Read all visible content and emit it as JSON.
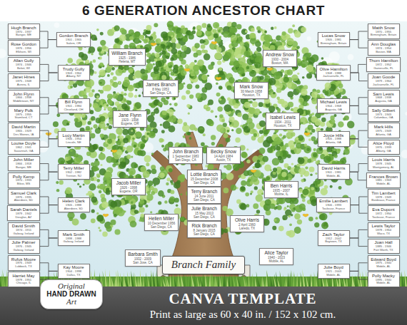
{
  "diagram": {
    "title": "6 GENERATION ANCESTOR CHART",
    "nodes": [
      {
        "text": [
          "Hugh Branch",
          "1870 - 1937",
          "Bangor, ME"
        ]
      },
      {
        "text": [
          "Rose Gordon",
          "1876 - 1956",
          "Elkhorn, WI"
        ]
      },
      {
        "text": [
          "Allan Gully",
          "1874 - 1946",
          "Beloit, WI"
        ]
      },
      {
        "text": [
          "Janet Hines",
          "1875 - 1948",
          "Aurora, IL"
        ]
      },
      {
        "text": [
          "John Flynn",
          "1866 - 1938",
          "Middletown, NY"
        ]
      },
      {
        "text": [
          "Mary Polk",
          "1875 - 1955",
          "Stamford, CT"
        ]
      },
      {
        "text": [
          "David Martin",
          "1865 - 1929",
          "Des Moines, IA"
        ]
      },
      {
        "text": [
          "Louise Doyle",
          "1862 - 1941",
          "Savannah, GA"
        ]
      },
      {
        "text": [
          "John Miller",
          "1866 - 1918",
          "Bangor, ME"
        ]
      },
      {
        "text": [
          "Polly Kemp",
          "1870 - 1933",
          "Biloxi, MS"
        ]
      },
      {
        "text": [
          "Samuel Clark",
          "1876 - 1935",
          "Aberdeen, SD"
        ]
      },
      {
        "text": [
          "Sarah Daniels",
          "1879 - 1942",
          "Douglas, AZ"
        ]
      },
      {
        "text": [
          "David Smith",
          "1874 - 1911",
          "Galway, Ireland"
        ]
      },
      {
        "text": [
          "Julie Palmer",
          "1876 - 1945",
          "Galway, Ireland"
        ]
      },
      {
        "text": [
          "Rufus Moore",
          "1876 - 1949",
          "Lubbock, TX"
        ]
      },
      {
        "text": [
          "Harriet May",
          "1878 - 1951",
          "Chicago, IL"
        ]
      },
      {
        "text": [
          "Gordon Branch",
          "1901 - 1965",
          "Salem, OR"
        ]
      },
      {
        "text": [
          "Trudy Gully",
          "1903 - 1964",
          "Albany, NY"
        ]
      },
      {
        "text": [
          "Bill Flynn",
          "1901 - 1984",
          "Cleveland, OH"
        ]
      },
      {
        "text": [
          "Lucy Martin",
          "1906 - 1954",
          "Lincoln, NE"
        ]
      },
      {
        "text": [
          "Terry Miller",
          "1902 - 1982",
          "Trenton, NJ"
        ]
      },
      {
        "text": [
          "Helen Clark",
          "1905 - 1988",
          "Aberdeen, SD"
        ]
      },
      {
        "text": [
          "Mark Smith",
          "1898 - 1988",
          "Galway, Ireland"
        ]
      },
      {
        "text": [
          "Kay Moore",
          "1904 - 1998",
          "Dallas, TX"
        ]
      },
      {
        "text": [
          "William Branch",
          "1925 - 1986",
          "Helena, MT"
        ]
      },
      {
        "text": [
          "James Branch",
          "8 May 1953",
          "San Diego, CA"
        ]
      },
      {
        "text": [
          "Jane Flynn",
          "1929 - 1998",
          "Eugene, OR"
        ]
      },
      {
        "text": [
          "John Branch",
          "1 September 1983",
          "San Diego, CA"
        ]
      },
      {
        "text": [
          "Jacob Miller",
          "1926 - 1998",
          "Eugene, OR"
        ]
      },
      {
        "text": [
          "Hellen Miller",
          "10 December 1956",
          "San Diego, CA"
        ]
      },
      {
        "text": [
          "Barbara Smith",
          "1932 - 2009",
          "San Jose, CA"
        ]
      },
      {
        "text": [
          "Lottie Branch",
          "15 December 2008",
          "San Diego, CA"
        ]
      },
      {
        "text": [
          "Terry Branch",
          "24 June 2011",
          "San Diego, CA"
        ]
      },
      {
        "text": [
          "Julie Branch",
          "15 May 2013",
          "San Diego, CA"
        ]
      },
      {
        "text": [
          "Rick Branch",
          "8 January 2015",
          "San Diego, CA"
        ]
      },
      {
        "text": [
          "Branch Family"
        ]
      },
      {
        "text": [
          "Becky Snow",
          "14 April 1984",
          "Austin, TX"
        ]
      },
      {
        "text": [
          "Mark Snow",
          "30 March 1958",
          "Houston, TX"
        ]
      },
      {
        "text": [
          "Andrew Snow",
          "1930 - 2004",
          "Boston, MA"
        ]
      },
      {
        "text": [
          "Isabel Lewis",
          "1934 - 2011",
          "Houston, TX"
        ]
      },
      {
        "text": [
          "Ben Harris",
          "1935 - 2007",
          "Moline, IL"
        ]
      },
      {
        "text": [
          "Olive Harris",
          "2 April 1960",
          "Laredo, TX"
        ]
      },
      {
        "text": [
          "Alice Taylor",
          "1940 - 2023",
          "Mobile, AL"
        ]
      },
      {
        "text": [
          "Lucas Snow",
          "1905 - 1981",
          "Birmingham, Britain"
        ]
      },
      {
        "text": [
          "Olive Hamilton",
          "1908 - 1988",
          "Jacksonville, FL"
        ]
      },
      {
        "text": [
          "Michael Lewis",
          "1904 - 1968",
          "Augusta, GA"
        ]
      },
      {
        "text": [
          "Joyce Hills",
          "1905 - 1988",
          "Atlanta, GA"
        ]
      },
      {
        "text": [
          "David Harris",
          "1901 - 1981",
          "Mobile, AL"
        ]
      },
      {
        "text": [
          "Emilie Lambert",
          "1906 - 1993",
          "Toulouse, France"
        ]
      },
      {
        "text": [
          "Zach Taylor",
          "1912 - 2002",
          "Baytown, TX"
        ]
      },
      {
        "text": [
          "Julie Boyd",
          "1921 - 2003",
          "Mobile, AL"
        ]
      },
      {
        "text": [
          "Matth Snow",
          "1870 - 1955",
          "Birmingham, Britain"
        ]
      },
      {
        "text": [
          "Ann Douglas",
          "1874 - 1954",
          "Boston, MA"
        ]
      },
      {
        "text": [
          "Thom Hamilton",
          "1872 - 1952",
          "Gainesville, FL"
        ]
      },
      {
        "text": [
          "Joan Goode",
          "1879 - 1964",
          "Jacksonville, FL"
        ]
      },
      {
        "text": [
          "Sam Lewis",
          "1868 - 1938",
          "Augusta, GA"
        ]
      },
      {
        "text": [
          "Sally Gilbert",
          "1873 - 1943",
          "Columbus, GA"
        ]
      },
      {
        "text": [
          "Mark Hills",
          "1875 - 1949",
          "Atlanta, GA"
        ]
      },
      {
        "text": [
          "Alice Floyd",
          "1876 - 1939",
          "Albany, GA"
        ]
      },
      {
        "text": [
          "Louis Harris",
          "1878 - 1945",
          "Montgomery, AL"
        ]
      },
      {
        "text": [
          "Frances Brown",
          "1881 - 1969",
          "Mobile, AL"
        ]
      },
      {
        "text": [
          "Tim Lambert",
          "1878 - 1949",
          "Bordeaux, France"
        ]
      },
      {
        "text": [
          "Eva Dupont",
          "1872 - 1950",
          "Toulouse, France"
        ]
      },
      {
        "text": [
          "Lewis Taylor",
          "1878 - 1964",
          "Waco, TX"
        ]
      },
      {
        "text": [
          "Joan Hall",
          "1885 - 1946",
          "Fort Worth, TX"
        ]
      },
      {
        "text": [
          "Edward Boyd",
          "1875 - 1940",
          "Mobile, AL"
        ]
      },
      {
        "text": [
          "Polly Macky",
          "1895 - 1940",
          "Mobile, AL"
        ]
      },
      {
        "text": [
          "Original",
          "HAND DRAWN",
          "Art"
        ]
      }
    ],
    "edges": [
      {
        "from": 16,
        "to": 0,
        "arrow": "none"
      },
      {
        "from": 16,
        "to": 1,
        "arrow": "none"
      },
      {
        "from": 17,
        "to": 2,
        "arrow": "none"
      },
      {
        "from": 17,
        "to": 3,
        "arrow": "none"
      },
      {
        "from": 18,
        "to": 4,
        "arrow": "none"
      },
      {
        "from": 18,
        "to": 5,
        "arrow": "none"
      },
      {
        "from": 19,
        "to": 6,
        "arrow": "none"
      },
      {
        "from": 19,
        "to": 7,
        "arrow": "none"
      },
      {
        "from": 20,
        "to": 8,
        "arrow": "none"
      },
      {
        "from": 20,
        "to": 9,
        "arrow": "none"
      },
      {
        "from": 21,
        "to": 10,
        "arrow": "none"
      },
      {
        "from": 21,
        "to": 11,
        "arrow": "none"
      },
      {
        "from": 22,
        "to": 12,
        "arrow": "none"
      },
      {
        "from": 22,
        "to": 13,
        "arrow": "none"
      },
      {
        "from": 23,
        "to": 14,
        "arrow": "none"
      },
      {
        "from": 23,
        "to": 15,
        "arrow": "none"
      },
      {
        "from": 43,
        "to": 51,
        "arrow": "none"
      },
      {
        "from": 43,
        "to": 52,
        "arrow": "none"
      },
      {
        "from": 44,
        "to": 53,
        "arrow": "none"
      },
      {
        "from": 44,
        "to": 54,
        "arrow": "none"
      },
      {
        "from": 45,
        "to": 55,
        "arrow": "none"
      },
      {
        "from": 45,
        "to": 56,
        "arrow": "none"
      },
      {
        "from": 46,
        "to": 57,
        "arrow": "none"
      },
      {
        "from": 46,
        "to": 58,
        "arrow": "none"
      },
      {
        "from": 47,
        "to": 59,
        "arrow": "none"
      },
      {
        "from": 47,
        "to": 60,
        "arrow": "none"
      },
      {
        "from": 48,
        "to": 61,
        "arrow": "none"
      },
      {
        "from": 48,
        "to": 62,
        "arrow": "none"
      },
      {
        "from": 49,
        "to": 63,
        "arrow": "none"
      },
      {
        "from": 49,
        "to": 64,
        "arrow": "none"
      },
      {
        "from": 50,
        "to": 65,
        "arrow": "none"
      },
      {
        "from": 50,
        "to": 66,
        "arrow": "none"
      }
    ],
    "labels": [
      "CANVA TEMPLATE",
      "Print as large as 60 x 40 in. / 152 x 102 cm."
    ]
  }
}
